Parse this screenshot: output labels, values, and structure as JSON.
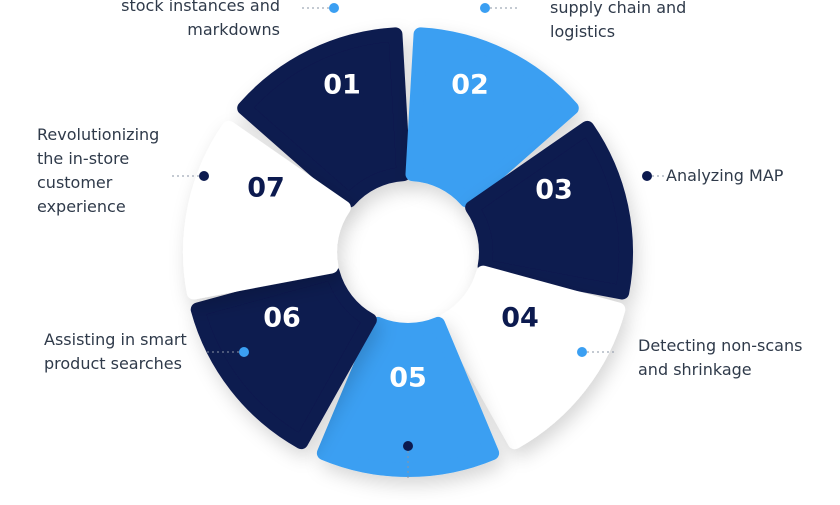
{
  "colors": {
    "navy": "#0c1a4f",
    "blue": "#3b9ff2",
    "white": "#ffffff",
    "text": "#2f3a4a",
    "leader": "#8a94a6"
  },
  "segments": [
    {
      "id": "01",
      "number": "01",
      "fill": "navy",
      "label_lines": [
        "stock instances and",
        "markdowns"
      ],
      "dot": "blue"
    },
    {
      "id": "02",
      "number": "02",
      "fill": "blue",
      "label_lines": [
        "supply chain and",
        "logistics"
      ],
      "dot": "blue"
    },
    {
      "id": "03",
      "number": "03",
      "fill": "navy",
      "label_lines": [
        "Analyzing MAP"
      ],
      "dot": "navy"
    },
    {
      "id": "04",
      "number": "04",
      "fill": "white",
      "label_lines": [
        "Detecting non-scans",
        "and shrinkage"
      ],
      "dot": "blue"
    },
    {
      "id": "05",
      "number": "05",
      "fill": "blue",
      "label_lines": [],
      "dot": "navy"
    },
    {
      "id": "06",
      "number": "06",
      "fill": "navy",
      "label_lines": [
        "Assisting in smart",
        "product searches"
      ],
      "dot": "blue"
    },
    {
      "id": "07",
      "number": "07",
      "fill": "white",
      "label_lines": [
        "Revolutionizing",
        "the in-store",
        "customer",
        "experience"
      ],
      "dot": "navy"
    }
  ]
}
